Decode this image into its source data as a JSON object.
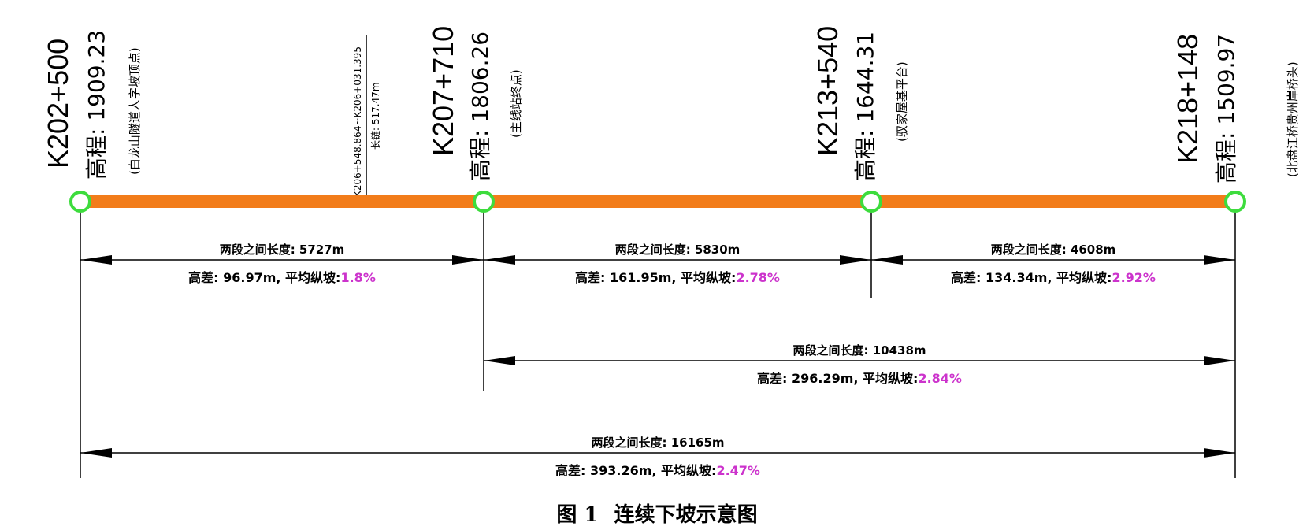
{
  "stations": [
    {
      "id": "k202",
      "label": "K202+500",
      "elevation": "高程: 1909.23",
      "note": "(白龙山隧道人字坡顶点)"
    },
    {
      "id": "k207",
      "label": "K207+710",
      "elevation": "高程: 1806.26",
      "note": "(主线站终点)"
    },
    {
      "id": "k213",
      "label": "K213+540",
      "elevation": "高程: 1644.31",
      "note": "(驭家屋基平台)"
    },
    {
      "id": "k218",
      "label": "K218+148",
      "elevation": "高程: 1509.97",
      "note": "(北盘江桥贵州岸桥头)"
    }
  ],
  "annotation": {
    "range": "K206+548.864~K206+031.395",
    "length": "长链: 517.47m"
  },
  "segments": [
    {
      "id": "seg1",
      "length_text": "两段之间长度: 5727m",
      "diff_prefix": "高差: 96.97m, 平均纵坡:",
      "grade": "1.8%"
    },
    {
      "id": "seg2",
      "length_text": "两段之间长度: 5830m",
      "diff_prefix": "高差: 161.95m, 平均纵坡:",
      "grade": "2.78%"
    },
    {
      "id": "seg3",
      "length_text": "两段之间长度: 4608m",
      "diff_prefix": "高差: 134.34m, 平均纵坡:",
      "grade": "2.92%"
    },
    {
      "id": "seg4",
      "length_text": "两段之间长度: 10438m",
      "diff_prefix": "高差: 296.29m, 平均纵坡:",
      "grade": "2.84%"
    },
    {
      "id": "seg5",
      "length_text": "两段之间长度: 16165m",
      "diff_prefix": "高差: 393.26m, 平均纵坡:",
      "grade": "2.47%"
    }
  ],
  "caption": {
    "figure": "图 1",
    "title": "连续下坡示意图"
  },
  "colors": {
    "road": "#f27c1a",
    "node": "#3ddc3d",
    "grade": "#cc33cc",
    "line": "#000000"
  }
}
